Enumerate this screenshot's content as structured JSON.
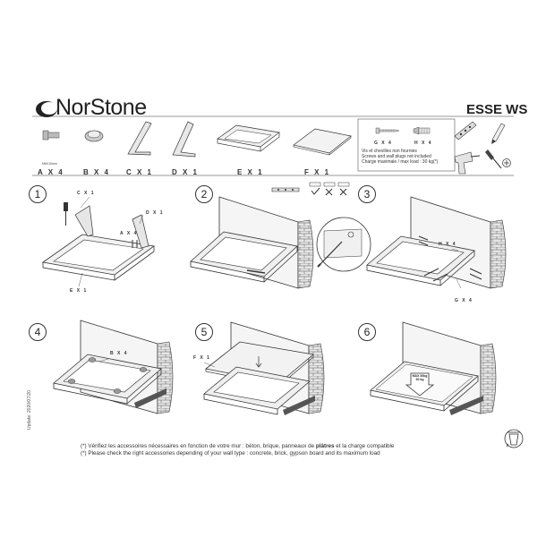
{
  "brand": "NorStone",
  "product": "ESSE WS",
  "parts": [
    {
      "label": "A X 4",
      "sub": "M6X10mm"
    },
    {
      "label": "B X 4"
    },
    {
      "label": "C X 1"
    },
    {
      "label": "D X 1"
    },
    {
      "label": "E X 1"
    },
    {
      "label": "F X 1"
    }
  ],
  "accessories": {
    "g_label": "G X 4",
    "h_label": "H X 4",
    "lines": [
      "Vis et chevilles non fournies",
      "Screws and wall plugs not included",
      "Charge maximale / max load : 30 kg(*)"
    ]
  },
  "steps": [
    {
      "number": "1",
      "labels": [
        "C X 1",
        "D X 1",
        "A X 4",
        "E X 1"
      ]
    },
    {
      "number": "2"
    },
    {
      "number": "3",
      "labels": [
        "H X 4",
        "G X 4"
      ]
    },
    {
      "number": "4",
      "labels": [
        "B X 4"
      ]
    },
    {
      "number": "5",
      "labels": [
        "F X 1"
      ]
    },
    {
      "number": "6",
      "load_top": "MAX 30kg",
      "load_bottom": "30 kg"
    }
  ],
  "update_text": "Update: 2020/07/20",
  "footer": {
    "fr_before": "(*) Vérifiez les accessoires nécessaires en fonction de votre mur : béton, brique, panneaux de ",
    "fr_bold": "plâtres",
    "fr_after": " et la charge compatible",
    "en": "(*) Please check the right accessories depending of your wall type : concrete, brick, gypson board and its maximum load"
  },
  "colors": {
    "line": "#333333",
    "grey": "#d8d8d8",
    "light": "#efefef"
  }
}
